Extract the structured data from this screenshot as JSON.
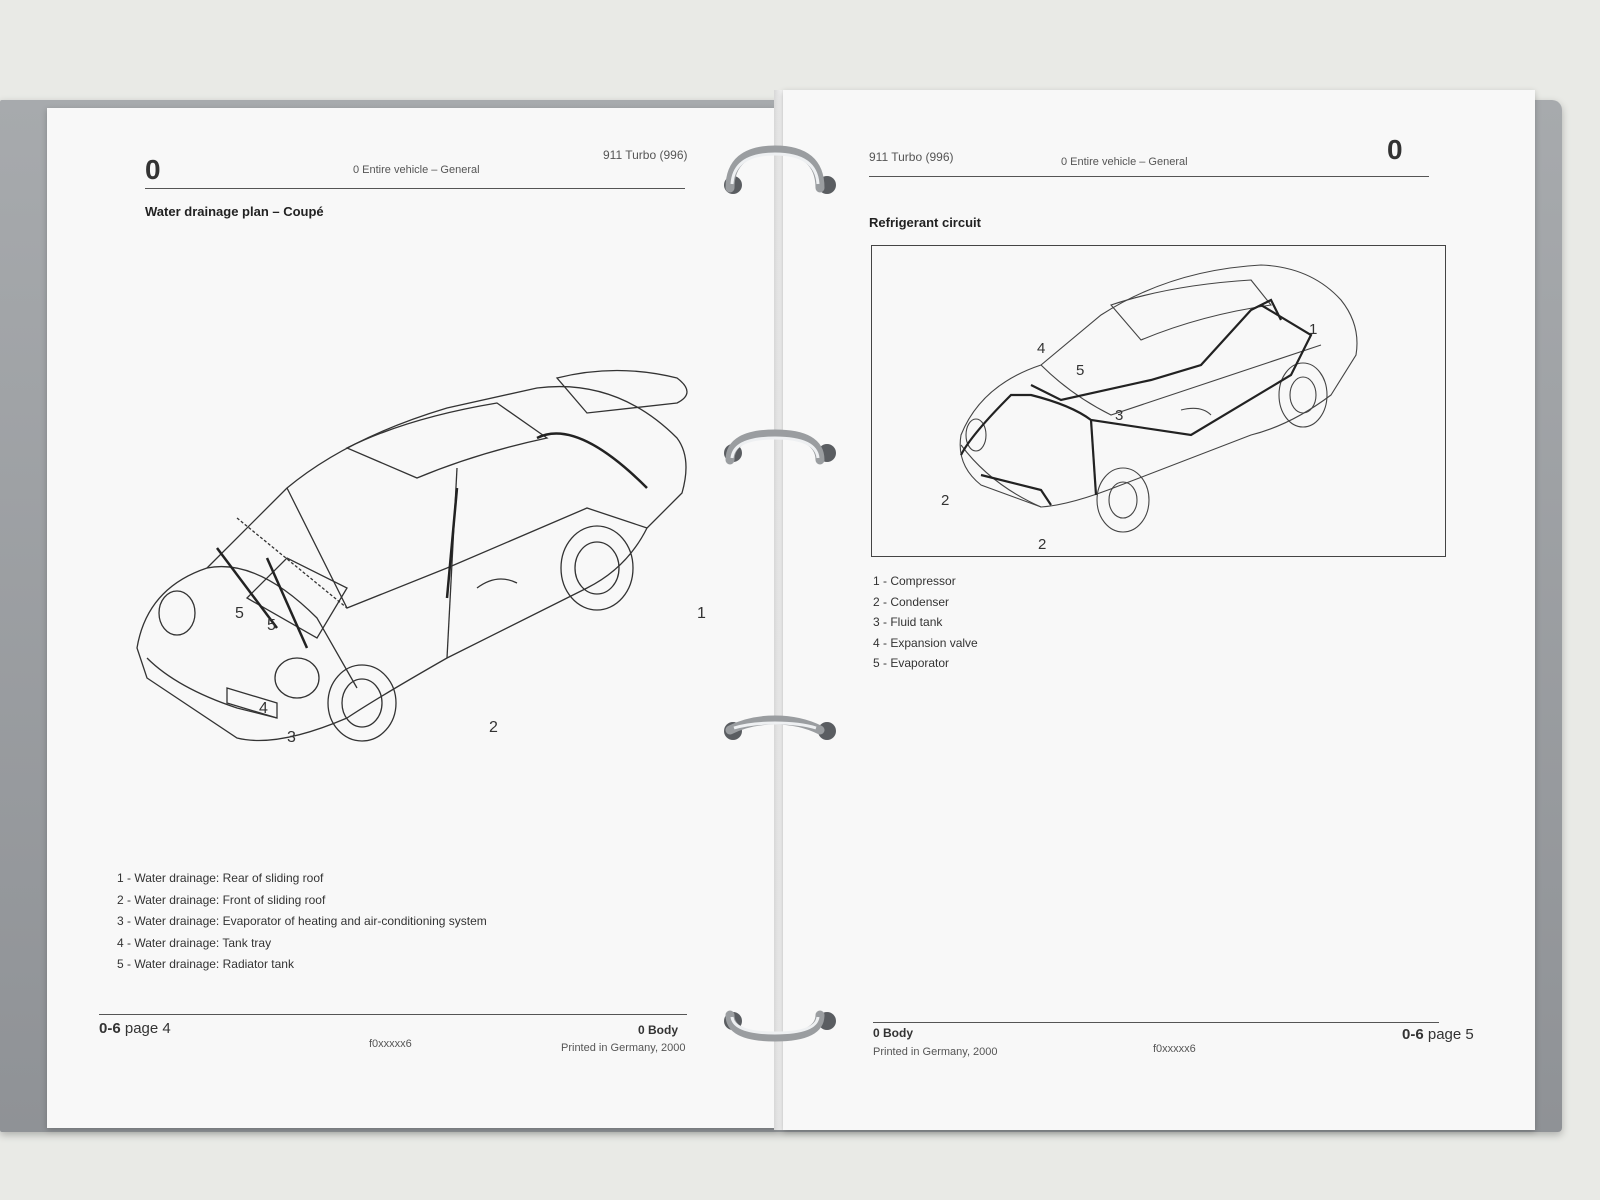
{
  "left_page": {
    "section_letter": "0",
    "header_center": "0  Entire vehicle – General",
    "header_right": "911 Turbo (996)",
    "title": "Water drainage plan – Coupé",
    "callouts": [
      "5",
      "5",
      "4",
      "3",
      "5",
      "5",
      "2",
      "1"
    ],
    "legend": [
      "1 - Water drainage: Rear of sliding roof",
      "2 - Water drainage: Front of sliding roof",
      "3 - Water drainage: Evaporator of heating and air-conditioning system",
      "4 - Water drainage: Tank tray",
      "5 - Water drainage: Radiator tank"
    ],
    "footer": {
      "page_section": "0-6",
      "page_label": "page 4",
      "code": "f0xxxxx6",
      "body_label": "0  Body",
      "printed": "Printed in Germany, 2000"
    }
  },
  "right_page": {
    "header_left": "911 Turbo (996)",
    "header_center": "0  Entire vehicle – General",
    "section_letter": "0",
    "title": "Refrigerant circuit",
    "callouts": [
      "4",
      "5",
      "3",
      "1",
      "2",
      "2"
    ],
    "legend": [
      "1 - Compressor",
      "2 - Condenser",
      "3 - Fluid tank",
      "4 - Expansion valve",
      "5 - Evaporator"
    ],
    "footer": {
      "body_label": "0  Body",
      "printed": "Printed in Germany, 2000",
      "code": "f0xxxxx6",
      "page_section": "0-6",
      "page_label": "page 5"
    }
  }
}
